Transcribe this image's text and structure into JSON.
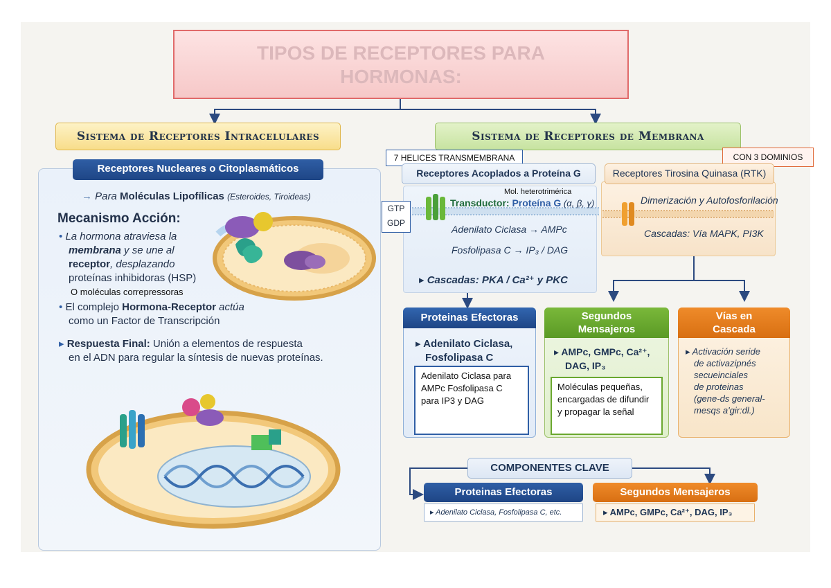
{
  "title_line1": "TIPOS DE RECEPTORES PARA",
  "title_line2": "HORMONAS:",
  "intracelular": {
    "banner": "Sistema de Receptores Intracelulares",
    "subtitle": "Receptores Nucleares o Citoplasmáticos",
    "para_prefix": "Para ",
    "para_bold": "Moléculas Lipofílicas",
    "para_paren": "(Esteroides, Tiroideas)",
    "mecanismo": "Mecanismo Acción:",
    "b1_l1": "La hormona atraviesa la",
    "b1_l2": "membrana",
    "b1_l2b": " y se une al",
    "b1_l3": "receptor",
    "b1_l3b": ", desplazando",
    "b1_l4": "proteínas inhibidoras (HSP)",
    "annotation": "O moléculas correpressoras",
    "b2_a": "El complejo ",
    "b2_b": "Hormona-Receptor",
    "b2_c": " actúa",
    "b2_l2": "como un Factor de Transcripción",
    "final_bold": "Respuesta Final:",
    "final_text": " Unión a elementos de respuesta",
    "final_l2": "en el ADN para regular la síntesis de nuevas proteínas."
  },
  "membrana": {
    "banner": "Sistema de Receptores de Membrana",
    "note_7h": "7 HELICES TRANSMEMBRANA",
    "note_3d": "CON 3 DOMINIOS",
    "acoplados": "Receptores Acoplados a Proteína G",
    "rtk": "Receptores Tirosina Quinasa (RTK)",
    "mol_hetero": "Mol. heterotrimérica",
    "gtp": "GTP",
    "gdp": "GDP",
    "transductor_a": "Transductor: ",
    "transductor_b": "Proteína G",
    "transductor_c": " (α, β, γ)",
    "adenilato": "Adenilato Ciclasa → AMPc",
    "fosfolipasa": "Fosfolipasa C → IP₃ / DAG",
    "cascadas": "▸ Cascadas: PKA / Ca²⁺  y PKC",
    "dimerizacion": "Dimerización y Autofosforilación",
    "cascadas_rtk": "Cascadas: Vía MAPK, PI3K"
  },
  "cards": {
    "efectoras_head": "Proteinas Efectoras",
    "efectoras_body_l1": "▸ Adenilato Ciclasa,",
    "efectoras_body_l2": "Fosfolipasa C",
    "efectoras_note": "Adenilato Ciclasa para AMPc Fosfolipasa C para IP3 y DAG",
    "segundos_head_l1": "Segundos",
    "segundos_head_l2": "Mensajeros",
    "segundos_body_l1": "▸ AMPc, GMPc, Ca²⁺,",
    "segundos_body_l2": "DAG, IP₃",
    "segundos_note": "Moléculas pequeñas, encargadas de difundir y propagar la señal",
    "vias_head_l1": "Vías en",
    "vias_head_l2": "Cascada",
    "vias_l1": "▸ Activación seride",
    "vias_l2": "de activazipnés",
    "vias_l3": "secueinciales",
    "vias_l4": "de proteinas",
    "vias_l5": "(gene-ds general-",
    "vias_l6": "mesqs a'gir:dl.)"
  },
  "componentes": {
    "title": "COMPONENTES CLAVE",
    "efectoras": "Proteinas Efectoras",
    "efectoras_detail": "▸ Adenilato Ciclasa, Fosfolipasa C, etc.",
    "segundos": "Segundos Mensajeros",
    "segundos_detail": "▸ AMPc, GMPc, Ca²⁺, DAG, IP₃"
  },
  "colors": {
    "navy": "#2f5ea5",
    "green": "#6aa72f",
    "orange": "#e07a1f",
    "title_border": "#e06a6a"
  }
}
